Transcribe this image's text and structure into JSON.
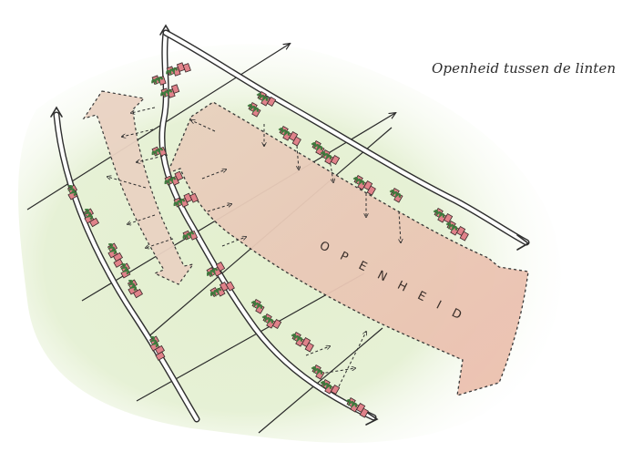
{
  "title": "Openheid tussen de linten",
  "arrow_label": "OPENHEID",
  "colors": {
    "background_tint": "#dcebc4",
    "openness_arrow_fill": "#e9c9b4",
    "small_arrow_fill": "#ead3c3",
    "house_red": "#e0828a",
    "house_green": "#3f7a3d",
    "road_stroke": "#2e2e2e",
    "grid_line": "#2a2a2a"
  },
  "icons": [
    "road-arrow",
    "house-cluster",
    "dashed-arrow",
    "openness-arrow"
  ]
}
